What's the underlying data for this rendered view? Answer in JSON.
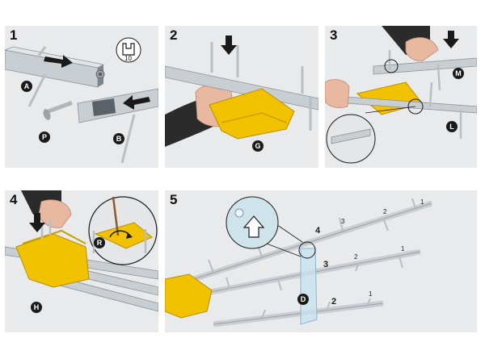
{
  "steps": [
    {
      "number": "1",
      "callouts": [
        "A",
        "P",
        "B"
      ],
      "dimension": "10"
    },
    {
      "number": "2",
      "callouts": [
        "G"
      ]
    },
    {
      "number": "3",
      "callouts": [
        "M",
        "L"
      ]
    },
    {
      "number": "4",
      "callouts": [
        "R",
        "H"
      ]
    },
    {
      "number": "5",
      "callouts": [
        "D"
      ],
      "boom_labels": [
        "4",
        "3",
        "2"
      ],
      "element_labels_top": [
        "3",
        "2",
        "1"
      ],
      "element_labels_mid": [
        "2",
        "1"
      ],
      "element_labels_bottom": [
        "1"
      ]
    }
  ],
  "colors": {
    "panel_bg": "#e9eaec",
    "yellow": "#f2c200",
    "aluminium": "#c9ced3",
    "callout": "#1a1a1a"
  }
}
